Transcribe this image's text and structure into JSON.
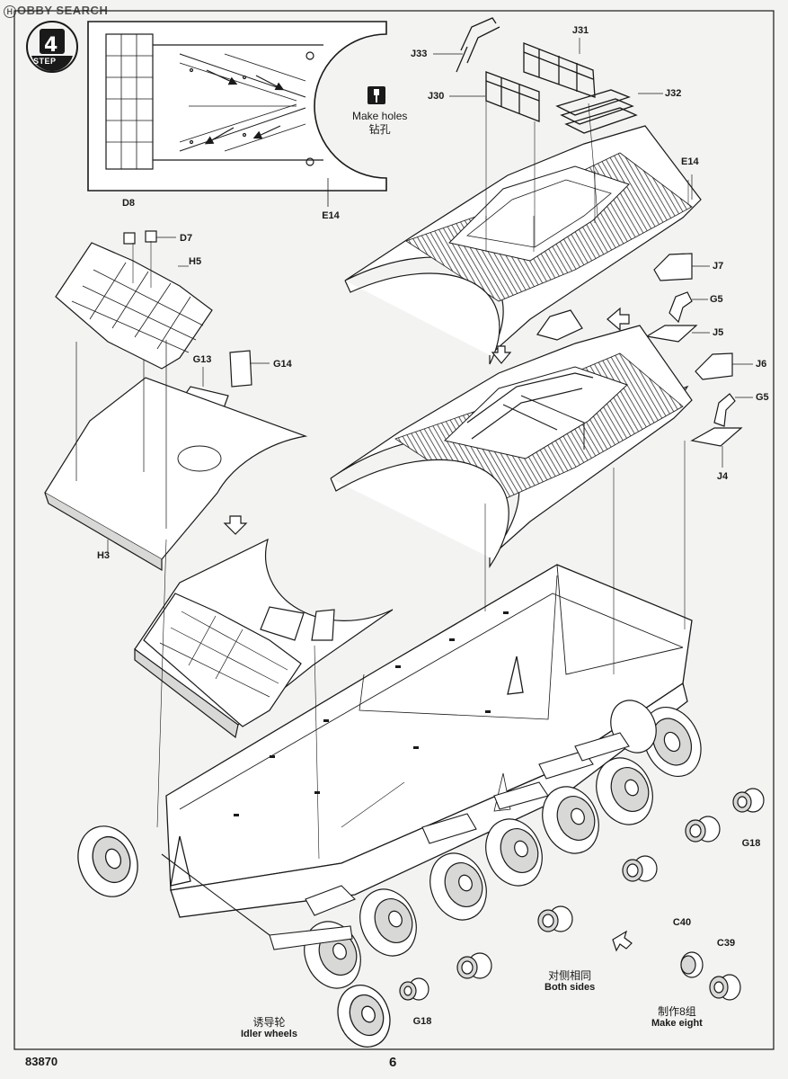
{
  "watermark": {
    "logo": "H",
    "text": "OBBY SEARCH"
  },
  "step": {
    "number": "4",
    "word": "STEP"
  },
  "hole_note": {
    "en": "Make holes",
    "cn": "钻孔"
  },
  "part_labels": {
    "e14_inset": "E14",
    "e14_main": "E14",
    "d8": "D8",
    "d7": "D7",
    "h5": "H5",
    "g13": "G13",
    "g14": "G14",
    "h3": "H3",
    "j33": "J33",
    "j31": "J31",
    "j30": "J30",
    "j32": "J32",
    "j7": "J7",
    "g5_top": "G5",
    "j5": "J5",
    "j6": "J6",
    "g5_bottom": "G5",
    "j4": "J4",
    "g18_right": "G18",
    "g18_bottom": "G18",
    "c40": "C40",
    "c39": "C39"
  },
  "notes": {
    "idler": {
      "cn": "诱导轮",
      "en": "Idler wheels"
    },
    "both_sides": {
      "cn": "对侧相同",
      "en": "Both sides"
    },
    "make_eight": {
      "cn": "制作8组",
      "en": "Make eight"
    }
  },
  "footer": {
    "doc_number": "83870",
    "page_number": "6"
  },
  "colors": {
    "ink": "#1a1a1a",
    "paper": "#f3f3f1",
    "fill": "#ffffff",
    "shade": "#d8d8d6"
  }
}
